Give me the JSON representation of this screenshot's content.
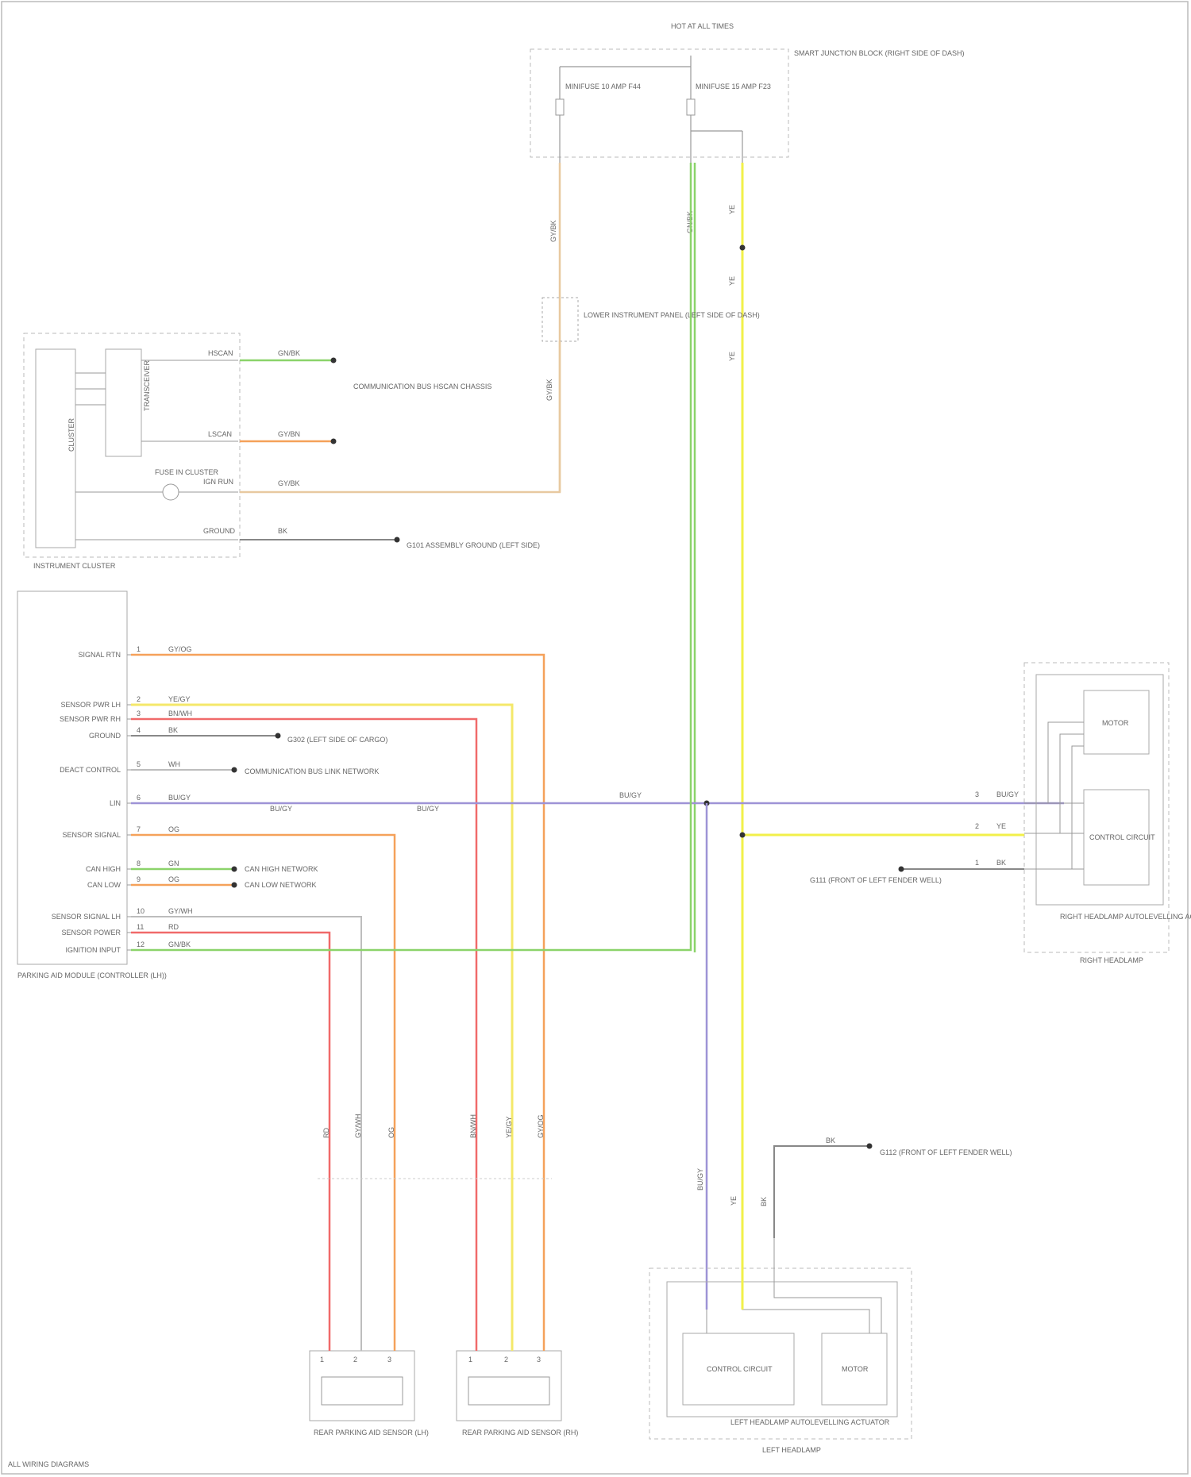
{
  "header_label": "HOT AT ALL TIMES",
  "fuse_block": {
    "label": "SMART JUNCTION BLOCK (RIGHT SIDE OF DASH)",
    "fuse_a": "MINIFUSE 10 AMP F44",
    "fuse_b": "MINIFUSE 15 AMP F23"
  },
  "wire_labels": {
    "gy_bk_top": "GY/BK",
    "gn_top": "GN/BK",
    "ye_top": "YE",
    "ye_mid": "YE",
    "ye_low": "YE",
    "gy_bk_low": "GY/BK",
    "lin_main": "BU/GY",
    "cluster_hscan": "GN/BK",
    "cluster_lscan": "GY/BN",
    "cluster_gy": "GY/BK",
    "cluster_gnd": "BK"
  },
  "splice": {
    "label": "LOWER INSTRUMENT PANEL (LEFT SIDE OF DASH)"
  },
  "instrument_cluster": {
    "label": "INSTRUMENT CLUSTER",
    "body_label": "CLUSTER",
    "module_label": "TRANSCEIVER",
    "pin_a": "HSCAN",
    "pin_b": "LSCAN",
    "pin_c": "IGN RUN",
    "pin_d": "GROUND",
    "fuse_label": "FUSE IN CLUSTER"
  },
  "cluster_links": {
    "can": "COMMUNICATION BUS HSCAN CHASSIS",
    "ground": "G101 ASSEMBLY GROUND (LEFT SIDE)"
  },
  "parking_module": {
    "label": "PARKING AID MODULE (CONTROLLER (LH))",
    "pins": [
      {
        "name": "SIGNAL RTN",
        "num": "1",
        "wire": "GY/OG"
      },
      {
        "name": "SENSOR PWR LH",
        "num": "2",
        "wire": "YE/GY"
      },
      {
        "name": "SENSOR PWR RH",
        "num": "3",
        "wire": "BN/WH"
      },
      {
        "name": "GROUND",
        "num": "4",
        "wire": "BK"
      },
      {
        "name": "DEACT CONTROL",
        "num": "5",
        "wire": "WH"
      },
      {
        "name": "LIN",
        "num": "6",
        "wire": "BU/GY"
      },
      {
        "name": "SENSOR SIGNAL",
        "num": "7",
        "wire": "OG"
      },
      {
        "name": "CAN HIGH",
        "num": "8",
        "wire": "GN"
      },
      {
        "name": "CAN LOW",
        "num": "9",
        "wire": "OG"
      },
      {
        "name": "SENSOR SIGNAL LH",
        "num": "10",
        "wire": "GY/WH"
      },
      {
        "name": "SENSOR POWER",
        "num": "11",
        "wire": "RD"
      },
      {
        "name": "IGNITION INPUT",
        "num": "12",
        "wire": "GN/BK"
      }
    ],
    "ground_link": "G302 (LEFT SIDE OF CARGO)",
    "deact_link": "COMMUNICATION BUS LINK NETWORK",
    "can_link_a": "CAN HIGH NETWORK",
    "can_link_b": "CAN LOW NETWORK"
  },
  "lin_links": {
    "a": "BU/GY",
    "b": "BU/GY"
  },
  "right_headlamp": {
    "label": "RIGHT HEADLAMP",
    "assembly_label": "RIGHT HEADLAMP AUTOLEVELLING ACTUATOR",
    "module_a": "MOTOR",
    "module_b": "CONTROL CIRCUIT",
    "pin_wires": [
      {
        "num": "3",
        "wire": "BU/GY"
      },
      {
        "num": "2",
        "wire": "YE"
      },
      {
        "num": "1",
        "wire": "BK"
      }
    ],
    "ground_link": "G111 (FRONT OF LEFT FENDER WELL)"
  },
  "left_headlamp": {
    "label": "LEFT HEADLAMP",
    "assembly_label": "LEFT HEADLAMP AUTOLEVELLING ACTUATOR",
    "module_a": "CONTROL CIRCUIT",
    "module_b": "MOTOR",
    "pins": [
      "BU/GY",
      "YE",
      "BK"
    ],
    "ground_link": "G112 (FRONT OF LEFT FENDER WELL)",
    "ground_wire": "BK"
  },
  "sensor_left": {
    "label": "REAR PARKING AID SENSOR (LH)",
    "pins": [
      "RD",
      "GY/WH",
      "OG"
    ],
    "connector_pins": [
      "1",
      "2",
      "3"
    ]
  },
  "sensor_right": {
    "label": "REAR PARKING AID SENSOR (RH)",
    "pins": [
      "BN/WH",
      "YE/GY",
      "GY/OG"
    ],
    "connector_pins": [
      "1",
      "2",
      "3"
    ]
  },
  "footer_code": "ALL WIRING DIAGRAMS",
  "wire_colors": {
    "gray": "#bdbdbd",
    "tan": "#e8c9a0",
    "green": "#8bd36a",
    "yellow": "#f2f04a",
    "purple": "#9e93d6",
    "orange": "#f5a15a",
    "red": "#f06a6a",
    "lightyellow": "#f4e86a",
    "darkgray": "#888888"
  }
}
